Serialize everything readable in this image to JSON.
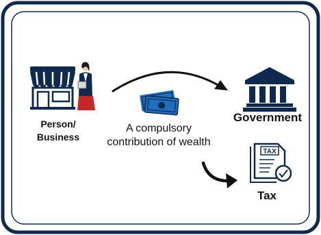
{
  "colors": {
    "frame": "#0f2a4f",
    "icon_navy": "#0f2a4f",
    "money_blue": "#1f6fbf",
    "text": "#111111"
  },
  "labels": {
    "person": "Person/ Business",
    "government": "Government",
    "tax": "Tax",
    "description": "A compulsory contribution of wealth"
  },
  "icons": {
    "shop": "shop-with-vendor-icon",
    "money": "banknotes-icon",
    "government": "government-building-icon",
    "tax": "tax-document-icon"
  },
  "document_text": "TAX"
}
